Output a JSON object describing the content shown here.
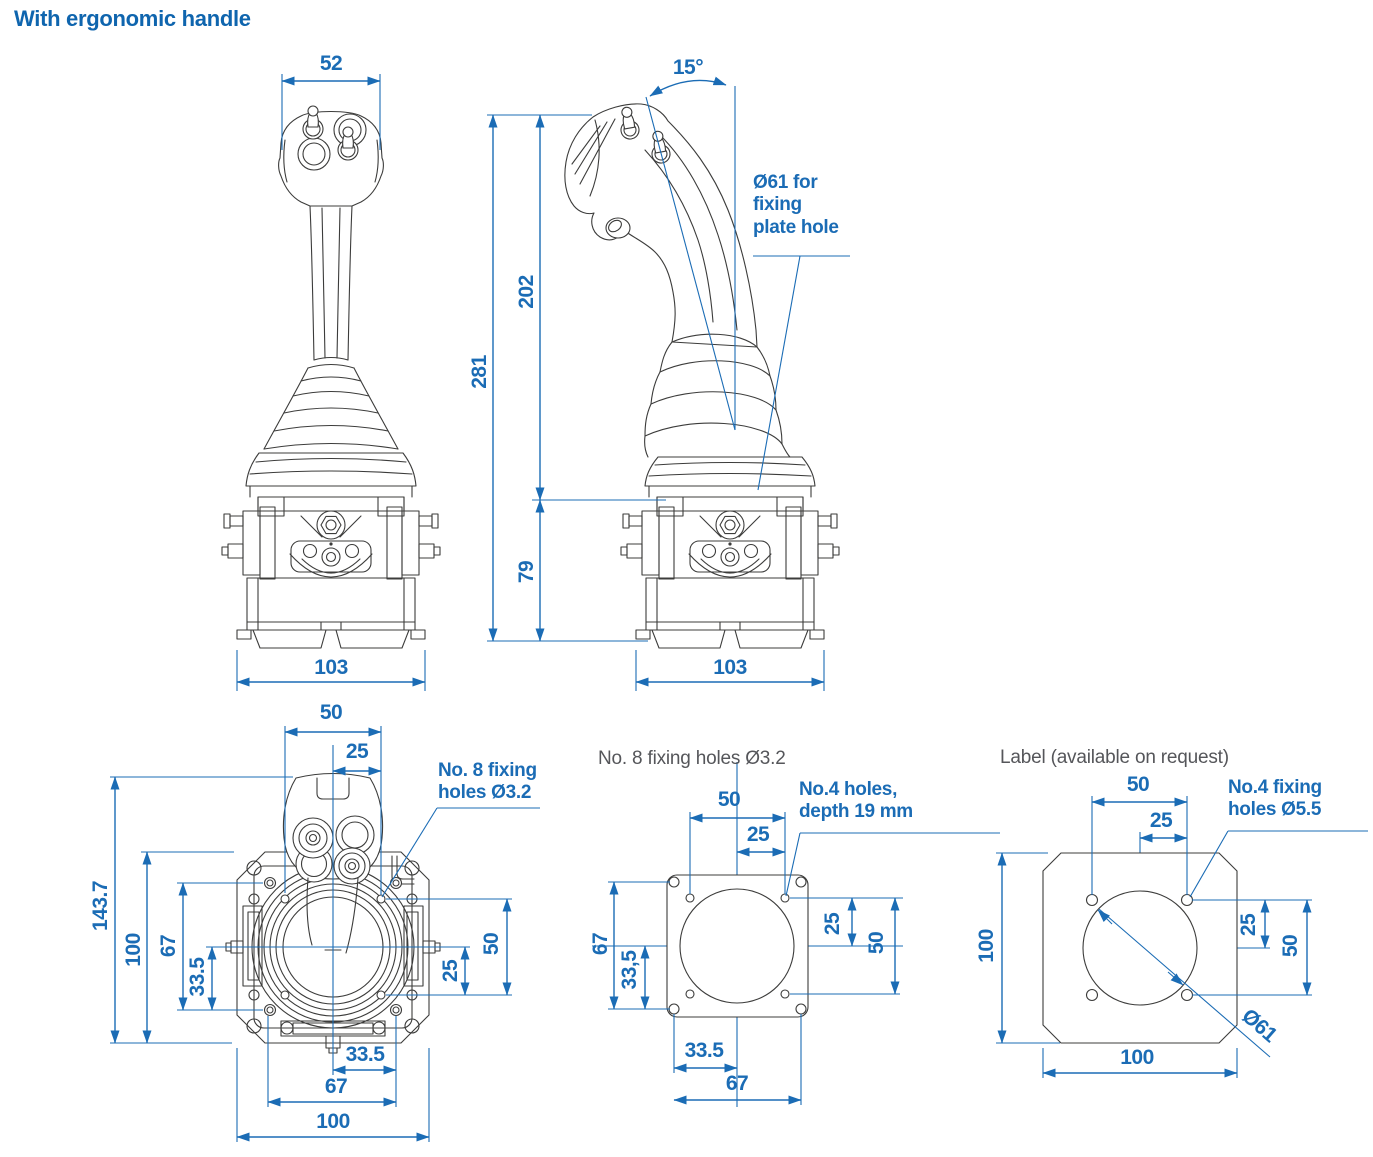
{
  "page": {
    "title": "With ergonomic handle"
  },
  "colors": {
    "accent": "#1b6cb5",
    "title_blue": "#0f65ae",
    "drawing_line": "#3c3c3b",
    "note_gray": "#55565a"
  },
  "front_view": {
    "dims": {
      "head_width": "52",
      "total_height": "281",
      "upper_height": "202",
      "base_height": "79",
      "base_width": "103"
    }
  },
  "side_view": {
    "dims": {
      "tilt_angle": "15°",
      "base_width": "103"
    },
    "note_fixing_plate": "Ø61 for\nfixing\nplate hole"
  },
  "top_view": {
    "note_fixing_holes": "No. 8 fixing\nholes Ø3.2",
    "dims": {
      "hole_span_top": "50",
      "hole_half_top": "25",
      "overall_height": "143.7",
      "base_size_left": "100",
      "hole_span_left": "67",
      "hole_half_left": "33.5",
      "hole_span_right": "50",
      "hole_half_right": "25",
      "hole_half_bottom": "33.5",
      "hole_span_bottom": "67",
      "base_size_bottom": "100"
    }
  },
  "fixing_plate": {
    "title": "No. 8 fixing holes Ø3.2",
    "note_holes": "No.4 holes,\ndepth 19 mm",
    "dims": {
      "hole_span_top": "50",
      "hole_half_top": "25",
      "hole_span_left": "67",
      "hole_half_left": "33,5",
      "hole_half_right": "25",
      "hole_span_right": "50",
      "hole_half_bottom": "33.5",
      "hole_span_bottom": "67"
    }
  },
  "label_plate": {
    "title": "Label (available on request)",
    "note_holes": "No.4 fixing\nholes Ø5.5",
    "dims": {
      "hole_span_top": "50",
      "hole_half_top": "25",
      "size_left": "100",
      "hole_half_right": "25",
      "hole_span_right": "50",
      "size_bottom": "100",
      "center_hole_dia": "Ø61"
    }
  }
}
